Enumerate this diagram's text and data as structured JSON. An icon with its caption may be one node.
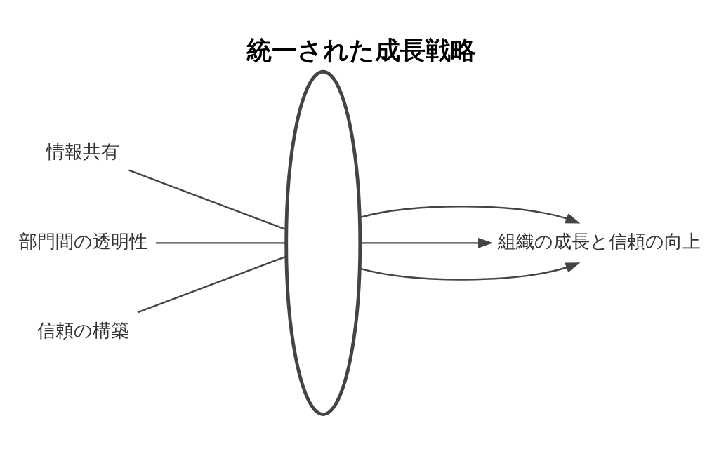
{
  "diagram": {
    "title": "統一された成長戦略",
    "nodes": [
      {
        "text": [
          "情報共有"
        ]
      },
      {
        "text": [
          "部門間の透明性"
        ]
      },
      {
        "text": [
          "信頼の構築"
        ]
      },
      {
        "text": [],
        "shape": "ellipse"
      },
      {
        "text": [
          "組織の成長と信頼の向上"
        ]
      }
    ],
    "edges": [
      {
        "from": 0,
        "to": 3,
        "arrow": "none"
      },
      {
        "from": 1,
        "to": 3,
        "arrow": "none"
      },
      {
        "from": 2,
        "to": 3,
        "arrow": "none"
      },
      {
        "from": 3,
        "to": 4,
        "arrow": "to"
      },
      {
        "from": 3,
        "to": 4,
        "arrow": "to"
      },
      {
        "from": 3,
        "to": 4,
        "arrow": "to"
      }
    ]
  }
}
